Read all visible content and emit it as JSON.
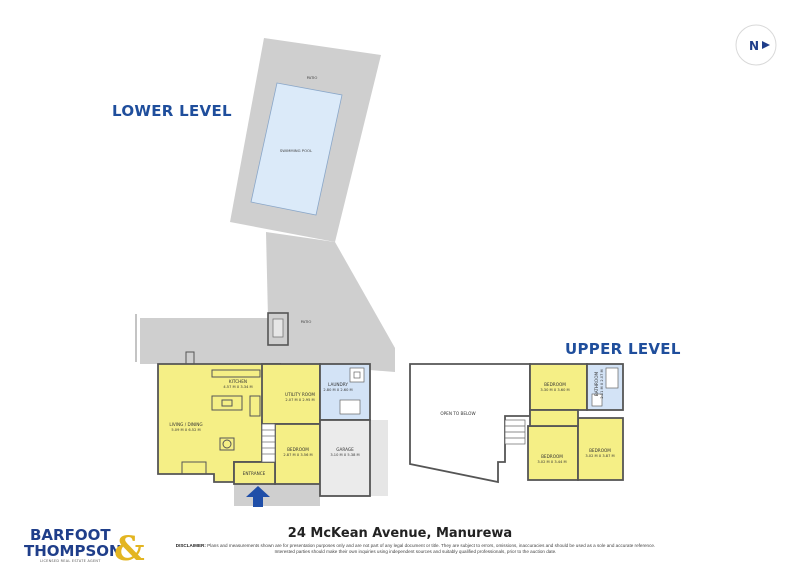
{
  "levels": {
    "lower": "LOWER LEVEL",
    "upper": "UPPER LEVEL"
  },
  "rooms": {
    "patio_top": "PATIO",
    "pool": "SWIMMING POOL",
    "patio_mid": "PATIO",
    "kitchen": {
      "name": "KITCHEN",
      "dim": "4.57 M X 3.34 M"
    },
    "living": {
      "name": "LIVING / DINING",
      "dim": "5.09 M X 6.52 M"
    },
    "utility": {
      "name": "UTILITY ROOM",
      "dim": "2.07 M X 2.95 M"
    },
    "laundry": {
      "name": "LAUNDRY",
      "dim": "2.80 M X 2.60 M"
    },
    "bedroom_lower": {
      "name": "BEDROOM",
      "dim": "2.87 M X 3.56 M"
    },
    "garage": {
      "name": "GARAGE",
      "dim": "3.10 M X 5.38 M"
    },
    "entrance": "ENTRANCE",
    "open_to_below": "OPEN TO BELOW",
    "bedroom_up1": {
      "name": "BEDROOM",
      "dim": "3.30 M X 3.60 M"
    },
    "bathroom": {
      "name": "BATHROOM",
      "dim": "2.11 M X 2.07 M"
    },
    "bedroom_up2": {
      "name": "BEDROOM",
      "dim": "3.02 M X 3.44 M"
    },
    "bedroom_up3": {
      "name": "BEDROOM",
      "dim": "3.02 M X 3.87 M"
    }
  },
  "address": "24 McKean Avenue, Manurewa",
  "disclaimer": {
    "label": "DISCLAIMER:",
    "text": "Plans and measurements shown are for presentation purposes only and are not part of any legal document or title. They are subject to errors, omissions, inaccuracies and should be used as a sole and accurate reference. Interested parties should make their own inquiries using independent sources and suitably qualified professionals, prior to the auction date."
  },
  "brand": {
    "line1": "BARFOOT",
    "line2": "THOMPSON",
    "amp": "&",
    "sub": "LICENSED REAL ESTATE AGENT"
  },
  "north": "N",
  "colors": {
    "room": "#f5ef86",
    "wet": "#d3e3f6",
    "pool": "#dbeaf9",
    "paving": "#cfcfcf",
    "garage": "#ebebeb",
    "wall": "#555555",
    "brand_blue": "#1f3e8a",
    "brand_gold": "#e3b521",
    "arrow": "#1f4ea8"
  }
}
